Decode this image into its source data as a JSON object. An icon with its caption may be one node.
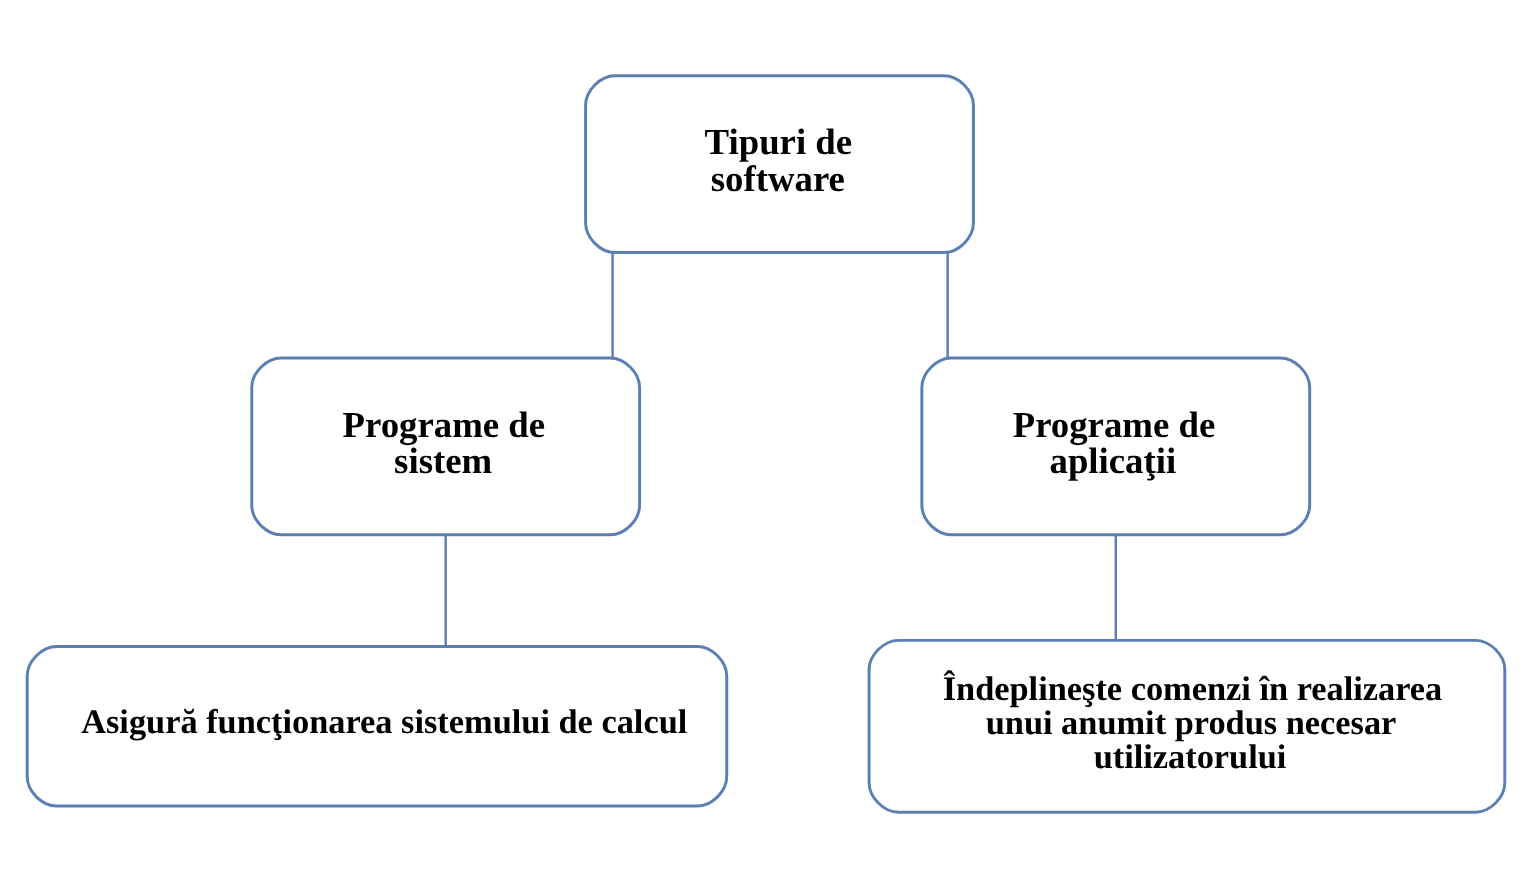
{
  "diagram": {
    "nodes": [
      {
        "text": [
          "Tipuri de software"
        ]
      },
      {
        "text": [
          "Programe de sistem"
        ]
      },
      {
        "text": [
          "Programe de aplicaţii"
        ]
      },
      {
        "text": [
          "Asigură funcţionarea sistemului de calcul"
        ]
      },
      {
        "text": [
          "Îndeplineşte comenzi în realizarea unui anumit produs necesar utilizatorului"
        ]
      }
    ],
    "edges": [
      {
        "from": 0,
        "to": 1,
        "arrow": "none"
      },
      {
        "from": 0,
        "to": 2,
        "arrow": "none"
      },
      {
        "from": 1,
        "to": 3,
        "arrow": "none"
      },
      {
        "from": 2,
        "to": 4,
        "arrow": "none"
      }
    ]
  }
}
